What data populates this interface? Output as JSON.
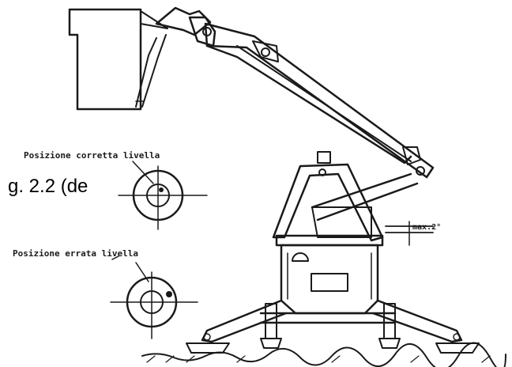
{
  "labels": {
    "correct_level": "Posizione corretta livella",
    "wrong_level": "Posizione errata livella",
    "max_tilt": "max.2°"
  },
  "overlay_caption": "g. 2.2 (de",
  "colors": {
    "ink": "#1a1a1a",
    "paper": "#ffffff"
  }
}
